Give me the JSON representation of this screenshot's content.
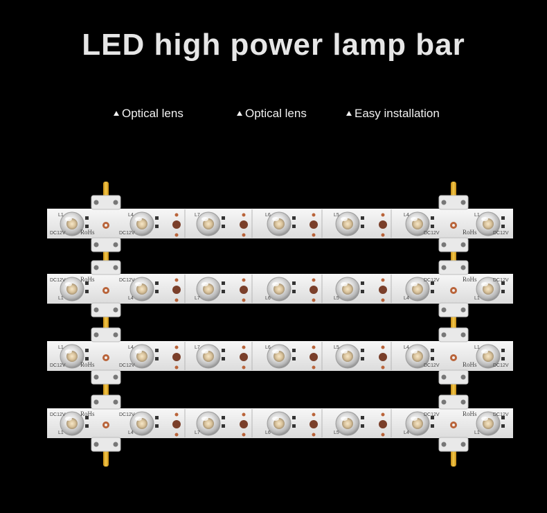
{
  "title": "LED high power lamp bar",
  "features": [
    {
      "label": "Optical lens",
      "icon": "triangle-up-icon"
    },
    {
      "label": "Optical lens",
      "icon": "triangle-up-icon"
    },
    {
      "label": "Easy installation",
      "icon": "triangle-up-icon"
    }
  ],
  "bar_markings": {
    "voltage": "DC12V",
    "rohs": "RoHs",
    "led_labels": [
      "L1",
      "L4",
      "L7",
      "L6",
      "L5",
      "L4",
      "L1"
    ]
  },
  "colors": {
    "background": "#000000",
    "pcb": "#ecedee",
    "wire": "#e3b12b",
    "copper_pad": "#b9643a",
    "title_text": "#e6e6e6"
  }
}
